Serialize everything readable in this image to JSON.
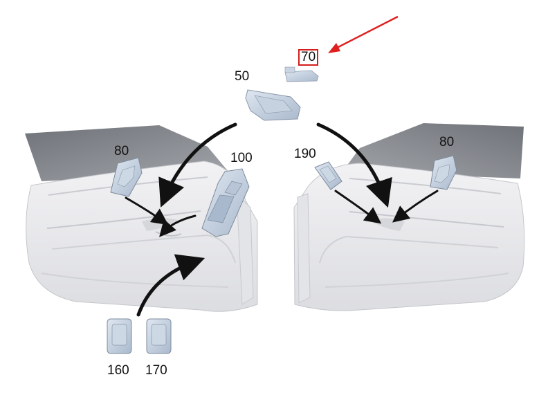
{
  "callouts": {
    "part_70": "70",
    "part_50": "50",
    "part_80_left": "80",
    "part_100": "100",
    "part_190": "190",
    "part_80_right": "80",
    "part_160": "160",
    "part_170": "170"
  },
  "highlight": {
    "target": "70",
    "color": "#d41d1d"
  },
  "colors": {
    "door_panel": "#ececef",
    "window_glass": "#8a8d92",
    "switch_part": "#b9c8da",
    "arrow": "#111111",
    "pointer_arrow": "#e02020"
  }
}
